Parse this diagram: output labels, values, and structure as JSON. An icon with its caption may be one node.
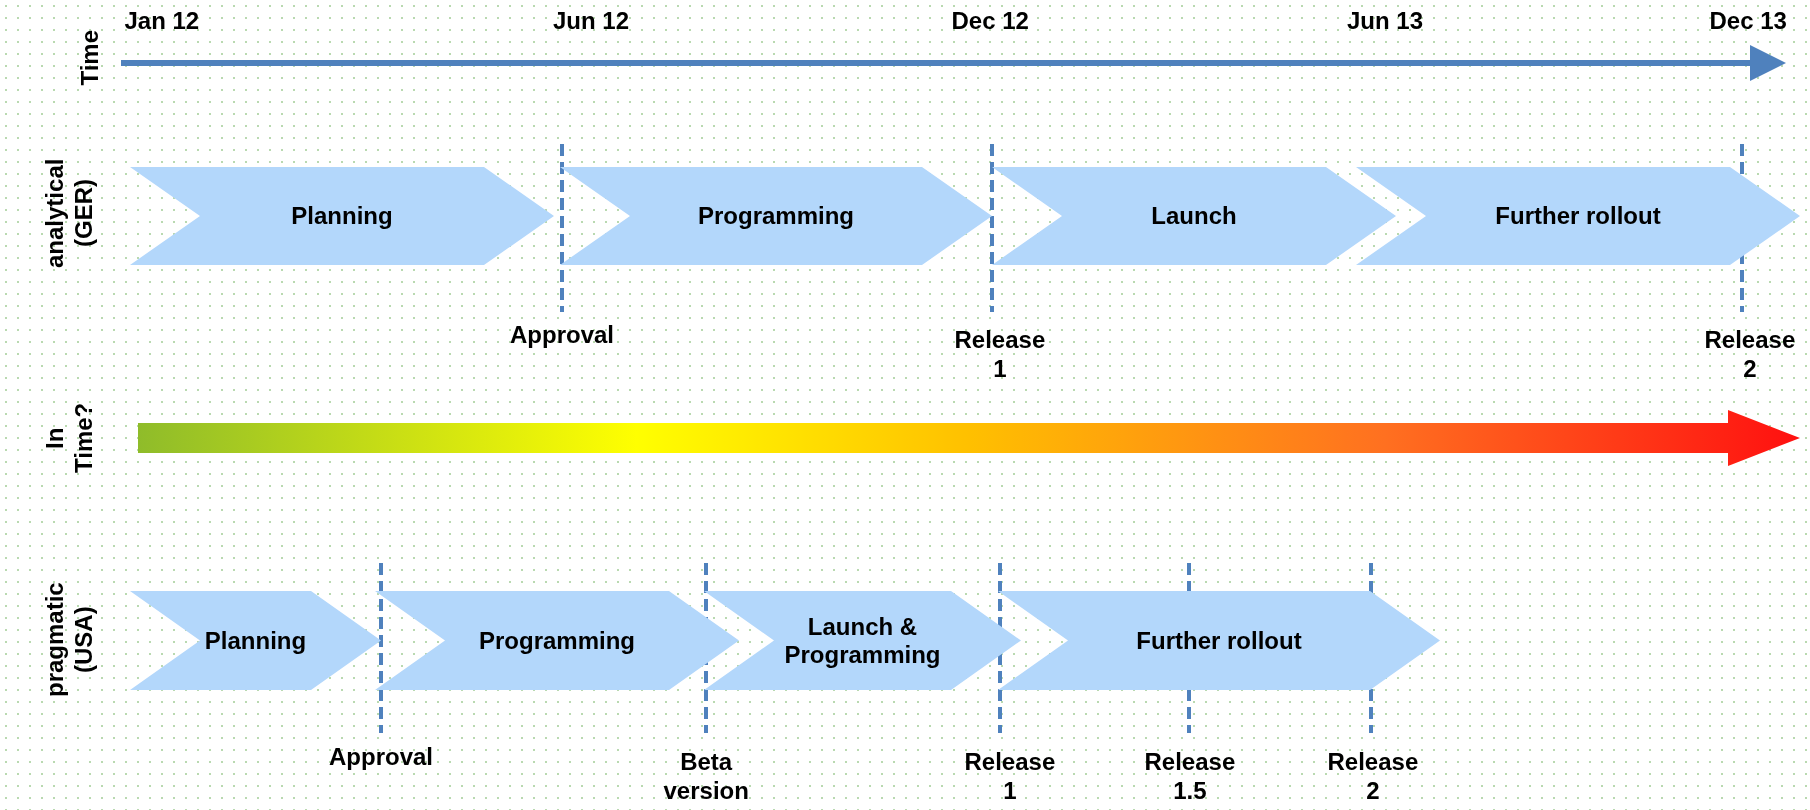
{
  "diagram": {
    "nodes": [
      {
        "text": [
          "Planning"
        ]
      },
      {
        "text": [
          "Programming"
        ]
      },
      {
        "text": [
          "Launch"
        ]
      },
      {
        "text": [
          "Further rollout"
        ]
      },
      {
        "text": [
          "Planning"
        ]
      },
      {
        "text": [
          "Programming"
        ]
      },
      {
        "text": [
          "Launch & Programming"
        ]
      },
      {
        "text": [
          "Further rollout"
        ]
      }
    ],
    "edges": [],
    "labels": [
      "Time",
      "Jan 12",
      "Jun 12",
      "Dec 12",
      "Jun 13",
      "Dec 13",
      "analytical (GER)",
      "Approval",
      "Release 1",
      "Release 2",
      "In Time?",
      "pragmatic (USA)",
      "Approval",
      "Beta version",
      "Release 1",
      "Release 1.5",
      "Release 2"
    ]
  }
}
